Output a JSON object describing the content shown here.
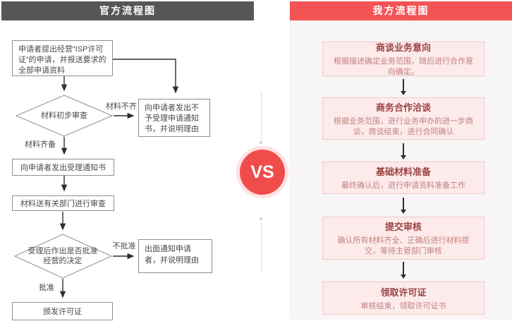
{
  "center": {
    "vs_label": "VS"
  },
  "colors": {
    "left_header_bg": "#565656",
    "right_header_bg": "#f25454",
    "vs_badge_bg": "#f04c4c",
    "flow_box_border": "#8f8f8f",
    "step_box_bg": "#fdebeb",
    "step_box_border": "#f2c9c9",
    "step_title_color": "#9c4343",
    "step_desc_color": "#c28080"
  },
  "left": {
    "header": "官方流程图",
    "nodes": {
      "start": "申请者提出经营“ISP许可证”的申请，并报送要求的全部申请资料",
      "review1": "材料初步审查",
      "reject1": "向申请者发出不予受理申请通知书，并说明理由",
      "accept_notice": "向申请者发出受理通知书",
      "dept_review": "材料送有关部门进行审查",
      "decision": "受理后作出是否批准经营的决定",
      "notify_reject": "出面通知申请者，并说明理由",
      "license": "颁发许可证"
    },
    "edge_labels": {
      "incomplete": "材料不齐",
      "complete": "材料齐备",
      "not_approved": "不批准",
      "approved": "批准"
    }
  },
  "right": {
    "header": "我方流程图",
    "steps": [
      {
        "title": "商谈业务意向",
        "desc": "根据描述确定业务范围，随后进行合作意向确定。"
      },
      {
        "title": "商务合作洽谈",
        "desc": "根据业务范围，进行业务申办的进一步商谈，商谈结束，进行合同确认"
      },
      {
        "title": "基础材料准备",
        "desc": "最终确认后，进行申请资料准备工作"
      },
      {
        "title": "提交审核",
        "desc": "确认所有材料齐全、正确后进行材料提交，等待主管部门审核"
      },
      {
        "title": "领取许可证",
        "desc": "审核结束，领取许可证书"
      }
    ]
  }
}
